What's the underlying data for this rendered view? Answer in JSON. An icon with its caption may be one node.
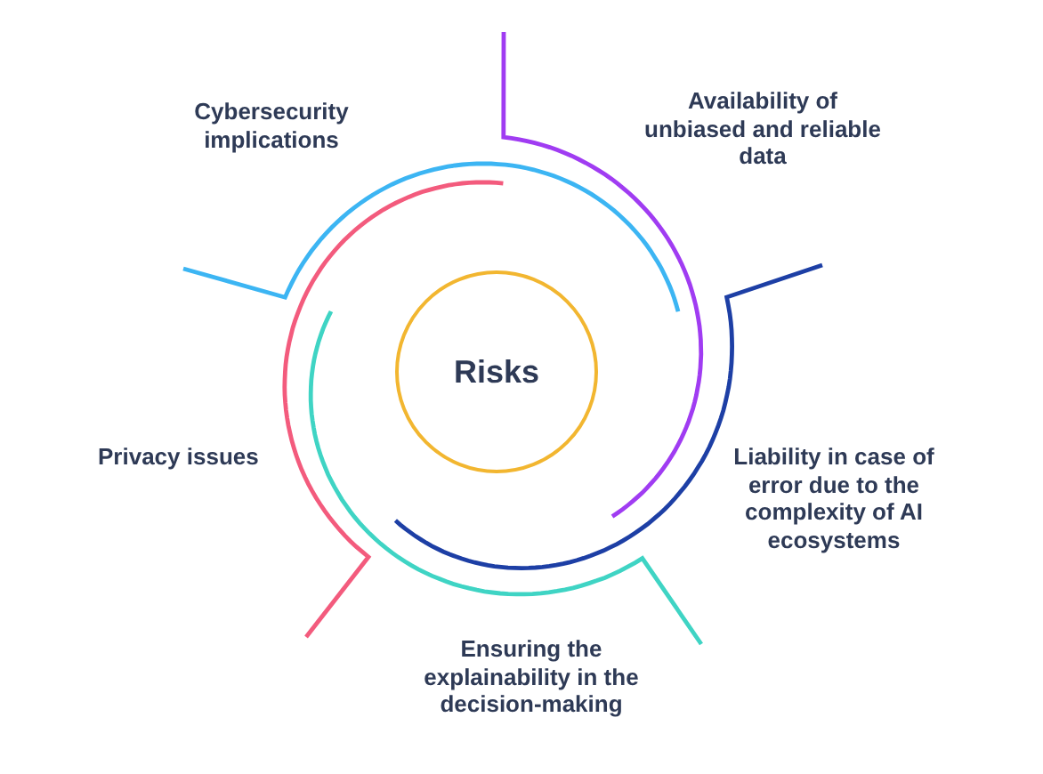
{
  "diagram": {
    "nodes": [
      {
        "text": [
          "Risks"
        ]
      }
    ],
    "labels": [
      "Cybersecurity implications",
      "Availability of unbiased and reliable data",
      "Privacy issues",
      "Liability in case of error due to the complexity of AI ecosystems",
      "Ensuring the explainability in the decision-making"
    ]
  }
}
